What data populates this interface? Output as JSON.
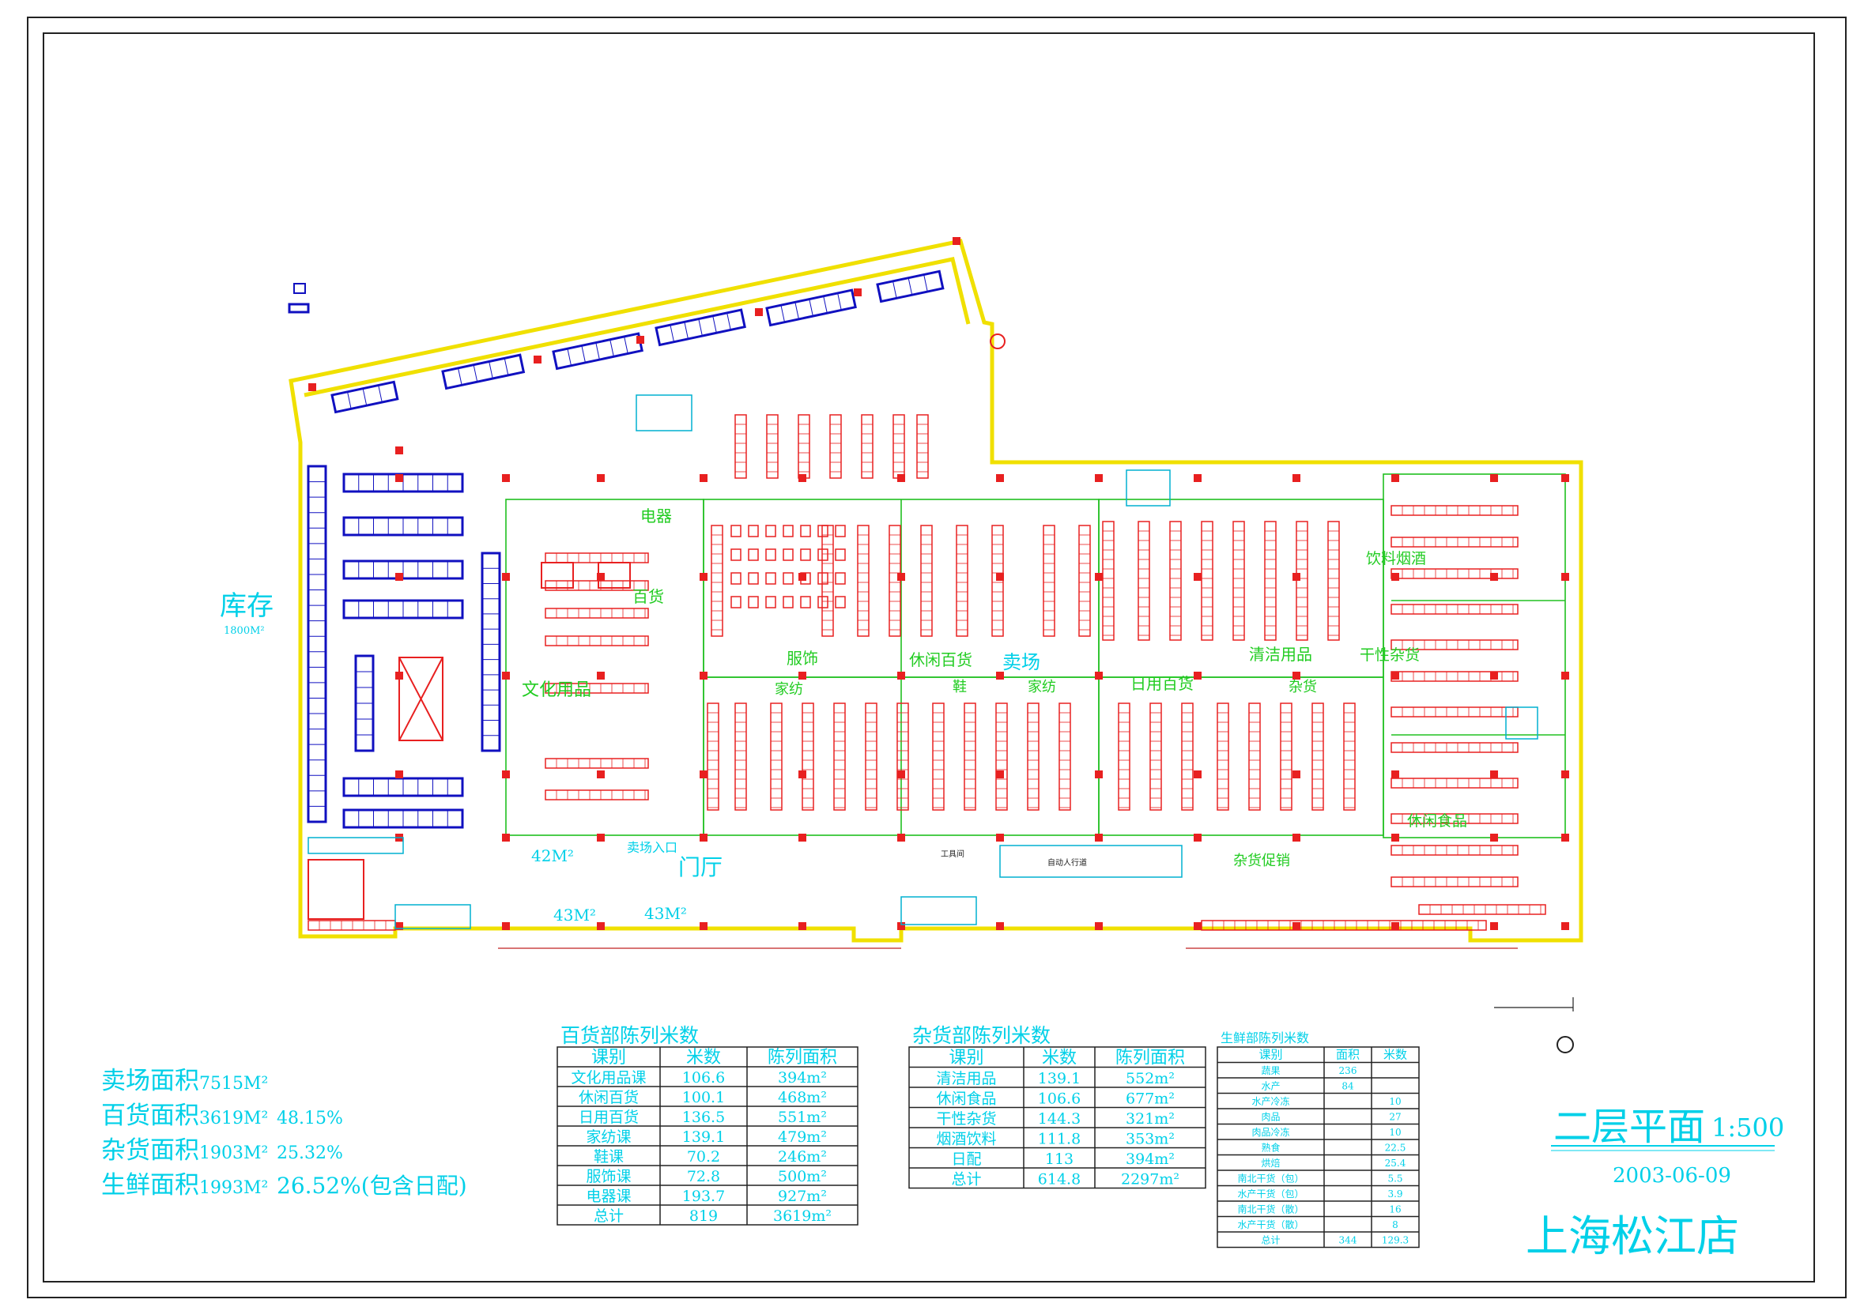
{
  "rooms": {
    "storage": "库存",
    "storage_area": "1800M²",
    "entrance": "卖场入口",
    "lobby": "门厅",
    "area_42": "42M²",
    "area_43a": "43M²",
    "area_43b": "43M²",
    "escalator": "自动人行道",
    "tool_room": "工具间",
    "zone_top": "卖场"
  },
  "zones": [
    {
      "label": "电器"
    },
    {
      "label": "百货"
    },
    {
      "label": "文化用品"
    },
    {
      "label": "服饰"
    },
    {
      "label": "休闲百货"
    },
    {
      "label": "家纺"
    },
    {
      "label": "鞋"
    },
    {
      "label": "家纺"
    },
    {
      "label": "日用百货"
    },
    {
      "label": "清洁用品"
    },
    {
      "label": "杂货"
    },
    {
      "label": "饮料烟酒"
    },
    {
      "label": "干性杂货"
    },
    {
      "label": "休闲食品"
    },
    {
      "label": "杂货促销"
    }
  ],
  "summary": [
    {
      "label": "卖场面积",
      "value": "7515M²",
      "pct": ""
    },
    {
      "label": "百货面积",
      "value": "3619M²",
      "pct": "48.15%"
    },
    {
      "label": "杂货面积",
      "value": "1903M²",
      "pct": "25.32%"
    },
    {
      "label": "生鲜面积",
      "value": "1993M²",
      "pct": "26.52%(包含日配)"
    }
  ],
  "table_general": {
    "title": "百货部陈列米数",
    "headers": [
      "课别",
      "米数",
      "陈列面积"
    ],
    "rows": [
      [
        "文化用品课",
        "106.6",
        "394m²"
      ],
      [
        "休闲百货",
        "100.1",
        "468m²"
      ],
      [
        "日用百货",
        "136.5",
        "551m²"
      ],
      [
        "家纺课",
        "139.1",
        "479m²"
      ],
      [
        "鞋课",
        "70.2",
        "246m²"
      ],
      [
        "服饰课",
        "72.8",
        "500m²"
      ],
      [
        "电器课",
        "193.7",
        "927m²"
      ],
      [
        "总计",
        "819",
        "3619m²"
      ]
    ]
  },
  "table_grocery": {
    "title": "杂货部陈列米数",
    "headers": [
      "课别",
      "米数",
      "陈列面积"
    ],
    "rows": [
      [
        "清洁用品",
        "139.1",
        "552m²"
      ],
      [
        "休闲食品",
        "106.6",
        "677m²"
      ],
      [
        "干性杂货",
        "144.3",
        "321m²"
      ],
      [
        "烟酒饮料",
        "111.8",
        "353m²"
      ],
      [
        "日配",
        "113",
        "394m²"
      ],
      [
        "总计",
        "614.8",
        "2297m²"
      ]
    ]
  },
  "table_fresh": {
    "title": "生鲜部陈列米数",
    "headers": [
      "课别",
      "面积",
      "米数"
    ],
    "rows": [
      [
        "蔬果",
        "236",
        ""
      ],
      [
        "水产",
        "84",
        ""
      ],
      [
        "水产冷冻",
        "",
        "10"
      ],
      [
        "肉品",
        "",
        "27"
      ],
      [
        "肉品冷冻",
        "",
        "10"
      ],
      [
        "熟食",
        "",
        "22.5"
      ],
      [
        "烘焙",
        "",
        "25.4"
      ],
      [
        "南北干货（包）",
        "",
        "5.5"
      ],
      [
        "水产干货（包）",
        "",
        "3.9"
      ],
      [
        "南北干货（散）",
        "",
        "16"
      ],
      [
        "水产干货（散）",
        "",
        "8"
      ],
      [
        "总计",
        "344",
        "129.3"
      ]
    ]
  },
  "title_block": {
    "title": "二层平面",
    "scale": "1:500",
    "date": "2003-06-09",
    "store": "上海松江店"
  },
  "colors": {
    "wall": "#f0e000",
    "shelf": "#e82020",
    "rack": "#1010c0",
    "zone_line": "#20c020",
    "text": "#00d0e8"
  }
}
